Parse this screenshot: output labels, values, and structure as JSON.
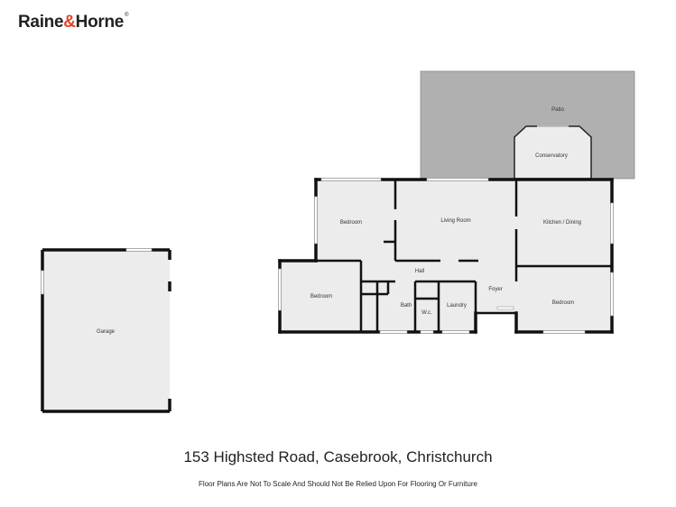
{
  "brand": {
    "name_part1": "Raine",
    "ampersand": "&",
    "name_part2": "Horne",
    "registered": "®",
    "accent_color": "#e8422a"
  },
  "floorplan": {
    "rooms": {
      "patio": "Patio",
      "conservatory": "Conservatory",
      "bedroom_top": "Bedroom",
      "living_room": "Living Room",
      "kitchen_dining": "Kitchen / Dining",
      "hall": "Hall",
      "bedroom_left": "Bedroom",
      "foyer": "Foyer",
      "bath": "Bath",
      "wc": "W.c.",
      "laundry": "Laundry",
      "bedroom_right": "Bedroom",
      "garage": "Garage"
    },
    "colors": {
      "floor": "#ececec",
      "wall": "#111111",
      "patio": "#b0b0b0"
    }
  },
  "address": "153 Highsted Road, Casebrook, Christchurch",
  "disclaimer": "Floor Plans Are Not To Scale And Should Not Be Relied Upon For Flooring Or Furniture"
}
